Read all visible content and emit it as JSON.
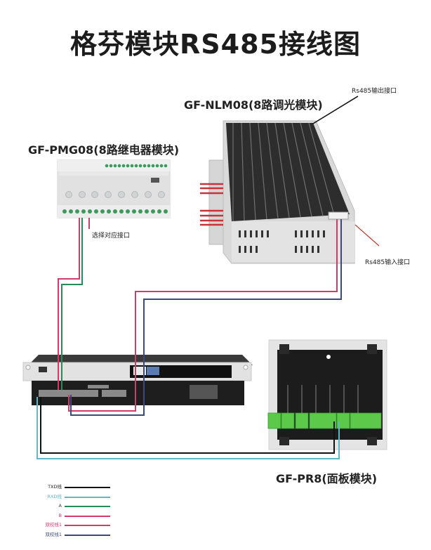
{
  "title": "格芬模块RS485接线图",
  "modules": {
    "dimmer": {
      "name": "GF-NLM08(8路调光模块)"
    },
    "relay": {
      "name": "GF-PMG08(8路继电器模块)"
    },
    "panel": {
      "name": "GF-PR8(面板模块)"
    },
    "host": {
      "name": ""
    }
  },
  "annotations": {
    "rs485_out": "Rs485输出接口",
    "rs485_in": "Rs485输入接口",
    "select_port": "选择对应接口"
  },
  "legend": [
    {
      "label": "TXD线",
      "color": "#111111",
      "label_color": "#222222"
    },
    {
      "label": "RXD线",
      "color": "#5fb8c4",
      "label_color": "#5fb8c4"
    },
    {
      "label": "A",
      "color": "#2a8a5a",
      "label_color": "#444444"
    },
    {
      "label": "B",
      "color": "#d33a6a",
      "label_color": "#d33a6a"
    },
    {
      "label": "双绞线1",
      "color": "#d33a6a",
      "label_color": "#d33a6a"
    },
    {
      "label": "双绞线1",
      "color": "#3a4a7a",
      "label_color": "#3a4a7a"
    }
  ],
  "colors": {
    "txd": "#111111",
    "rxd": "#5fb8c4",
    "a": "#2a8a5a",
    "b": "#d33a6a",
    "pair_red": "#d33a6a",
    "pair_blue": "#3a4a7a",
    "terminal_green": "#5cc94a"
  }
}
